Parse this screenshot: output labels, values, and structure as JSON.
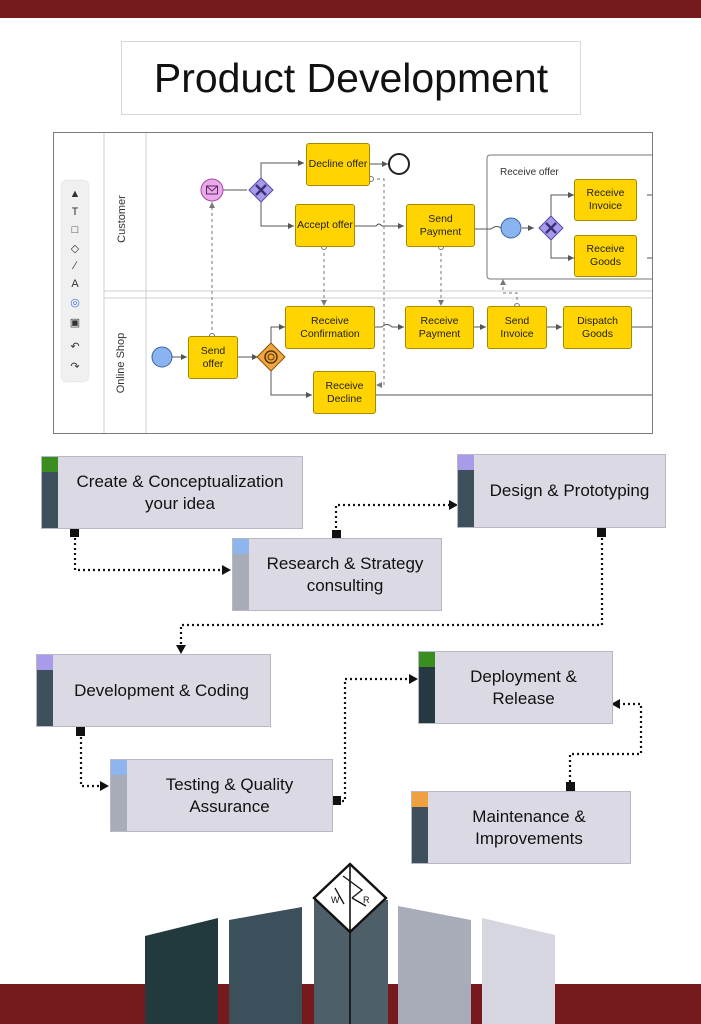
{
  "title": "Product Development",
  "bpmn": {
    "lanes": [
      "Customer",
      "Online Shop"
    ],
    "subprocess_label": "Receive offer",
    "tasks": {
      "decline_offer": "Decline offer",
      "accept_offer": "Accept offer",
      "send_payment": "Send Payment",
      "receive_invoice": "Receive Invoice",
      "receive_goods": "Receive Goods",
      "send_offer": "Send offer",
      "receive_confirmation": "Receive Confirmation",
      "receive_payment": "Receive Payment",
      "send_invoice": "Send Invoice",
      "dispatch_goods": "Dispatch Goods",
      "receive_decline": "Receive Decline"
    },
    "toolbar": [
      "select-icon",
      "text-icon",
      "sticky-note-icon",
      "shapes-icon",
      "pen-icon",
      "marker-icon",
      "diagram-icon",
      "add-icon",
      "undo-icon",
      "redo-icon"
    ]
  },
  "steps": [
    {
      "text": "Create & Conceptualization your idea",
      "accent": "#3a8e1f"
    },
    {
      "text": "Research & Strategy consulting",
      "accent": "#8fb5ef"
    },
    {
      "text": "Design & Prototyping",
      "accent": "#a79bea"
    },
    {
      "text": "Development & Coding",
      "accent": "#a79bea"
    },
    {
      "text": "Deployment & Release",
      "accent": "#3a8e1f"
    },
    {
      "text": "Testing & Quality Assurance",
      "accent": "#8fb5ef"
    },
    {
      "text": "Maintenance & Improvements",
      "accent": "#f0a040"
    }
  ],
  "logo": {
    "letters": [
      "W",
      "R"
    ]
  },
  "colors": {
    "brand": "#761a1d",
    "task": "#ffd400",
    "card": "#dbdae4",
    "dark": "#3d505b"
  }
}
